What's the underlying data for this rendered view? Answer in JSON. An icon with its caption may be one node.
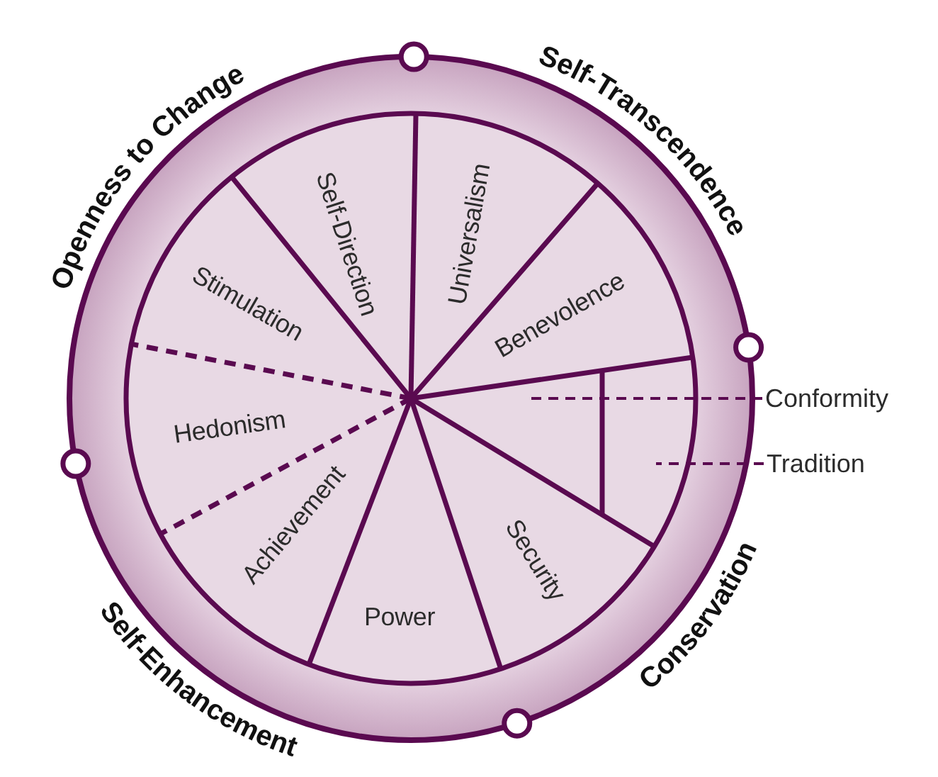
{
  "diagram": {
    "nodes": [
      {
        "text": [
          "Self-Direction"
        ]
      },
      {
        "text": [
          "Universalism"
        ]
      },
      {
        "text": [
          "Benevolence"
        ]
      },
      {
        "text": [
          "Conformity"
        ]
      },
      {
        "text": [
          "Tradition"
        ]
      },
      {
        "text": [
          "Security"
        ]
      },
      {
        "text": [
          "Power"
        ]
      },
      {
        "text": [
          "Achievement"
        ]
      },
      {
        "text": [
          "Hedonism"
        ]
      },
      {
        "text": [
          "Stimulation"
        ]
      }
    ],
    "edges": [
      {
        "from": 3,
        "to": null,
        "arrow": "none",
        "style": "dashed"
      },
      {
        "from": 4,
        "to": null,
        "arrow": "none",
        "style": "dashed"
      }
    ],
    "labels": [
      "Openness to Change",
      "Self-Transcendence",
      "Conservation",
      "Self-Enhancement"
    ]
  }
}
